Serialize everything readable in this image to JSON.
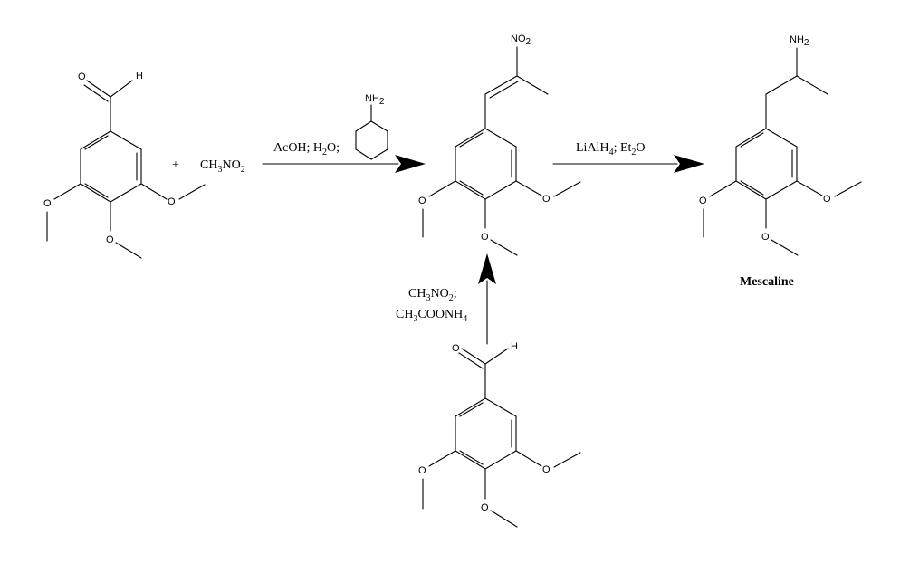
{
  "diagram": {
    "reactant_plus": "+",
    "reactant_nitromethane": {
      "main": "CH",
      "sub1": "3",
      "mid": "NO",
      "sub2": "2"
    },
    "step1": {
      "reagents": {
        "a": "AcOH; H",
        "sub": "2",
        "b": "O;"
      },
      "catalyst_amine": {
        "main": "NH",
        "sub": "2"
      }
    },
    "step2": {
      "reagents": {
        "a": "LiAlH",
        "sub1": "4",
        "b": "; Et",
        "sub2": "2",
        "c": "O"
      }
    },
    "step3": {
      "line1": {
        "a": "CH",
        "sub1": "3",
        "b": "NO",
        "sub2": "2",
        "c": ";"
      },
      "line2": {
        "a": "CH",
        "sub1": "3",
        "b": "COONH",
        "sub2": "4"
      }
    },
    "intermediate_nitro": {
      "main": "NO",
      "sub": "2"
    },
    "product_amine": {
      "main": "NH",
      "sub": "2"
    },
    "product_name": "Mescaline",
    "atoms": {
      "oxygen": "O",
      "hydrogen": "H"
    }
  }
}
